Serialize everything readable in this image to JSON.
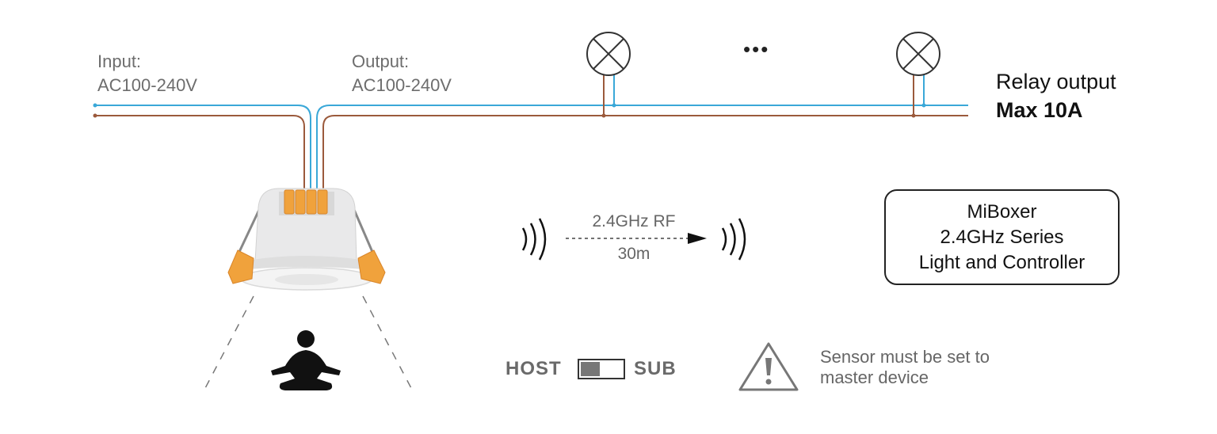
{
  "wiring": {
    "input_label": "Input:",
    "input_voltage": "AC100-240V",
    "output_label": "Output:",
    "output_voltage": "AC100-240V",
    "ellipsis": "•••",
    "relay_title": "Relay output",
    "relay_max": "Max 10A",
    "neutral_color": "#3aa8d8",
    "live_color": "#9b5a3c"
  },
  "rf": {
    "band": "2.4GHz RF",
    "range": "30m"
  },
  "controller_box": {
    "line1": "MiBoxer",
    "line2": "2.4GHz Series",
    "line3": "Light and Controller"
  },
  "switch": {
    "left_label": "HOST",
    "right_label": "SUB"
  },
  "warning": {
    "line1": "Sensor must be set to",
    "line2": "master device"
  },
  "accent_clip_color": "#f0a23c"
}
